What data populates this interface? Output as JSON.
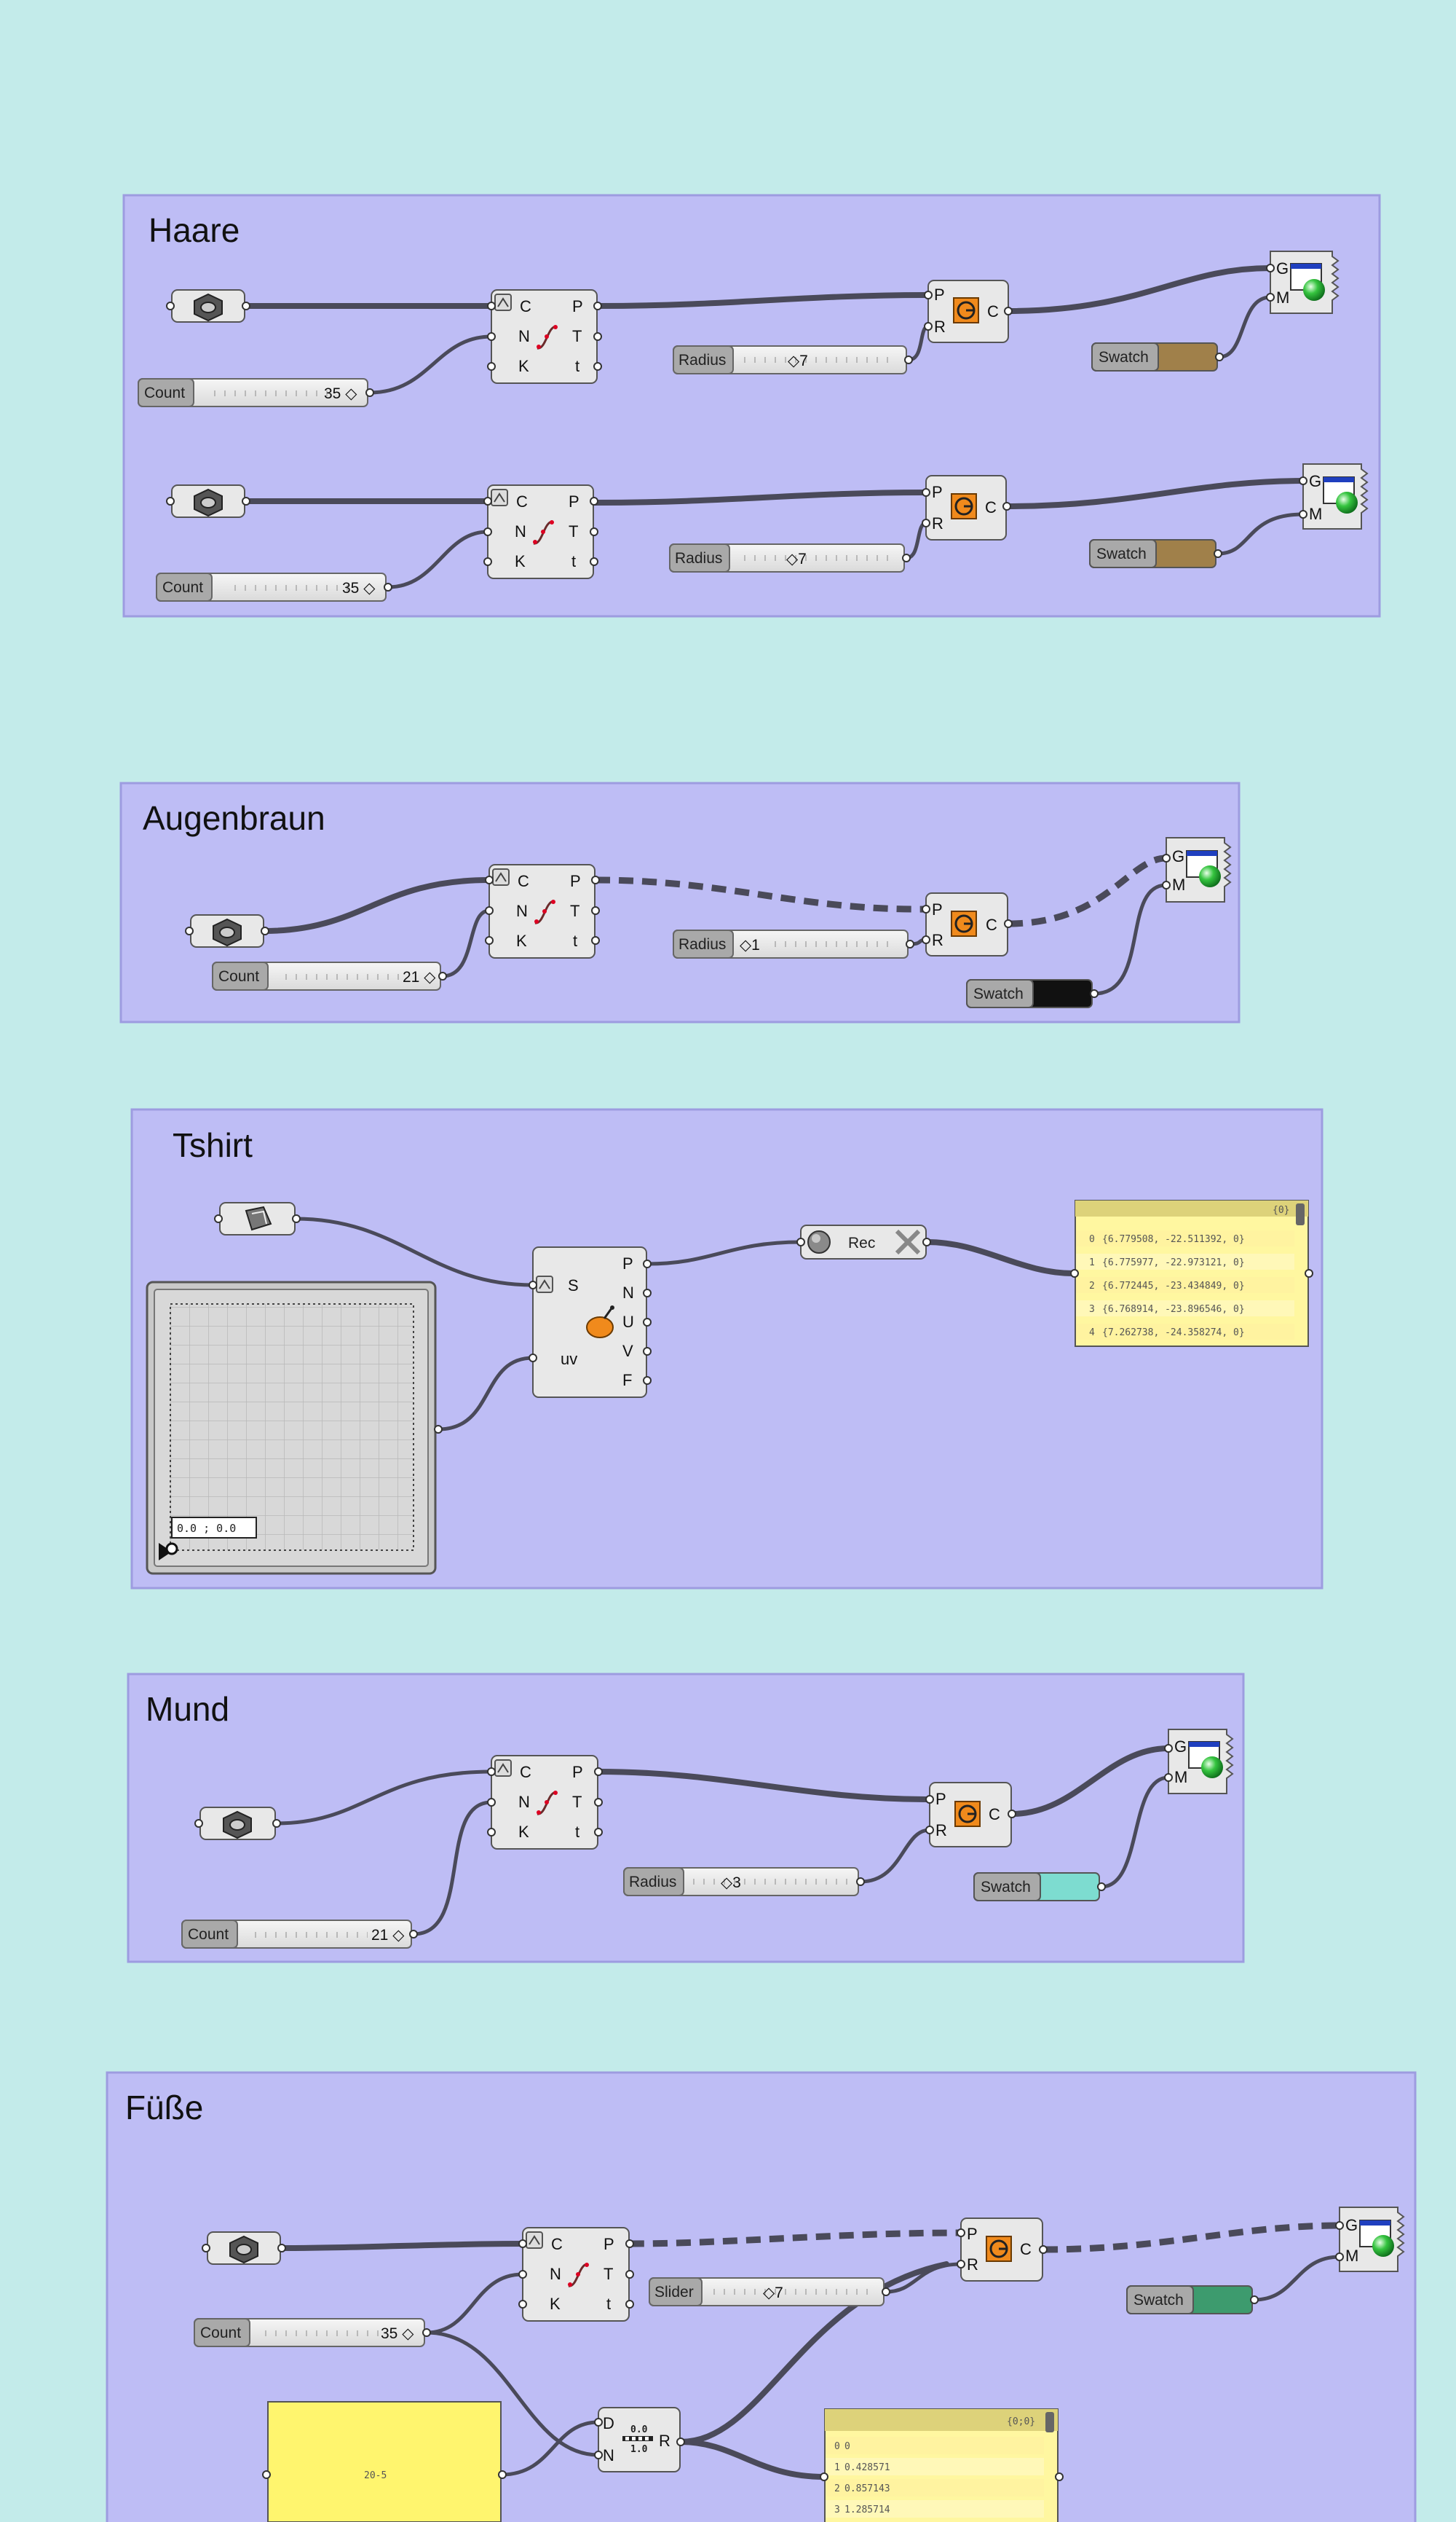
{
  "colors": {
    "background": "#c3ebea",
    "group_fill": "#bebdf5",
    "group_border": "#9d9ce0",
    "panel_yellow": "#fff7a0",
    "swatch_brown": "#a0804a",
    "swatch_black": "#111111",
    "swatch_teal": "#7ddcd0",
    "swatch_green": "#3d9b6e"
  },
  "icons": {
    "curve_param": "hexagon-param-icon",
    "surface_param": "surface-param-icon",
    "divide": "divide-curve-icon",
    "circle": "circle-icon",
    "preview": "custom-preview-icon",
    "data_recorder": "data-recorder-icon",
    "evaluate_surface": "evaluate-surface-icon",
    "division": "division-icon"
  },
  "groups": {
    "haare": {
      "title": "Haare",
      "rows": [
        {
          "count_label": "Count",
          "count_value": "35 ◇",
          "divide_inputs": [
            "C",
            "N",
            "K"
          ],
          "divide_outputs": [
            "P",
            "T",
            "t"
          ],
          "radius_label": "Radius",
          "radius_value": "◇7",
          "circle_inputs": [
            "P",
            "R"
          ],
          "circle_output": "C",
          "swatch_label": "Swatch",
          "preview_inputs": [
            "G",
            "M"
          ]
        },
        {
          "count_label": "Count",
          "count_value": "35 ◇",
          "divide_inputs": [
            "C",
            "N",
            "K"
          ],
          "divide_outputs": [
            "P",
            "T",
            "t"
          ],
          "radius_label": "Radius",
          "radius_value": "◇7",
          "circle_inputs": [
            "P",
            "R"
          ],
          "circle_output": "C",
          "swatch_label": "Swatch",
          "preview_inputs": [
            "G",
            "M"
          ]
        }
      ]
    },
    "augenbraun": {
      "title": "Augenbraun",
      "count_label": "Count",
      "count_value": "21 ◇",
      "divide_inputs": [
        "C",
        "N",
        "K"
      ],
      "divide_outputs": [
        "P",
        "T",
        "t"
      ],
      "radius_label": "Radius",
      "radius_value": "◇1",
      "circle_inputs": [
        "P",
        "R"
      ],
      "circle_output": "C",
      "swatch_label": "Swatch",
      "preview_inputs": [
        "G",
        "M"
      ]
    },
    "tshirt": {
      "title": "Tshirt",
      "mdslider_readout": "0.0 ; 0.0",
      "eval_inputs": [
        "S",
        "uv"
      ],
      "eval_outputs": [
        "P",
        "N",
        "U",
        "V",
        "F"
      ],
      "recorder_label": "Rec",
      "panel_header": "{0}",
      "panel_rows": [
        {
          "index": "0",
          "value": "{6.779508, -22.511392, 0}"
        },
        {
          "index": "1",
          "value": "{6.775977, -22.973121, 0}"
        },
        {
          "index": "2",
          "value": "{6.772445, -23.434849, 0}"
        },
        {
          "index": "3",
          "value": "{6.768914, -23.896546, 0}"
        },
        {
          "index": "4",
          "value": "{7.262738, -24.358274, 0}"
        }
      ]
    },
    "mund": {
      "title": "Mund",
      "count_label": "Count",
      "count_value": "21 ◇",
      "divide_inputs": [
        "C",
        "N",
        "K"
      ],
      "divide_outputs": [
        "P",
        "T",
        "t"
      ],
      "radius_label": "Radius",
      "radius_value": "◇3",
      "circle_inputs": [
        "P",
        "R"
      ],
      "circle_output": "C",
      "swatch_label": "Swatch",
      "preview_inputs": [
        "G",
        "M"
      ]
    },
    "fusse": {
      "title": "Füße",
      "count_label": "Count",
      "count_value": "35 ◇",
      "slider_label": "Slider",
      "slider_value": "◇7",
      "divide_inputs": [
        "C",
        "N",
        "K"
      ],
      "divide_outputs": [
        "P",
        "T",
        "t"
      ],
      "circle_inputs": [
        "P",
        "R"
      ],
      "circle_output": "C",
      "swatch_label": "Swatch",
      "preview_inputs": [
        "G",
        "M"
      ],
      "panel_text": "20-5",
      "division_inputs": [
        "D",
        "N"
      ],
      "division_output": "R",
      "division_top": "0.0",
      "division_bottom": "1.0",
      "list_header": "{0;0}",
      "list_rows": [
        {
          "index": "0",
          "value": "0"
        },
        {
          "index": "1",
          "value": "0.428571"
        },
        {
          "index": "2",
          "value": "0.857143"
        },
        {
          "index": "3",
          "value": "1.285714"
        }
      ]
    }
  }
}
